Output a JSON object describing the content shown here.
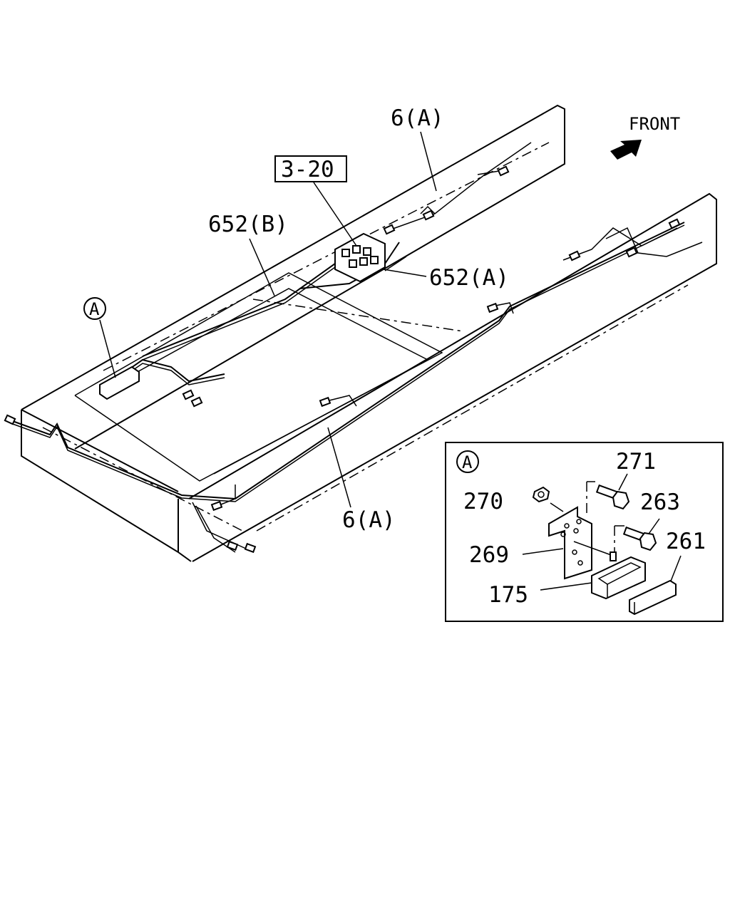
{
  "labels": {
    "front": "FRONT",
    "ref_3_20": "3-20",
    "harness_6a_top": "6(A)",
    "harness_6a_bottom": "6(A)",
    "harness_652b": "652(B)",
    "harness_652a": "652(A)",
    "callout_a": "A"
  },
  "detail_a": {
    "title": "A",
    "parts": [
      "271",
      "270",
      "263",
      "269",
      "261",
      "175"
    ]
  }
}
